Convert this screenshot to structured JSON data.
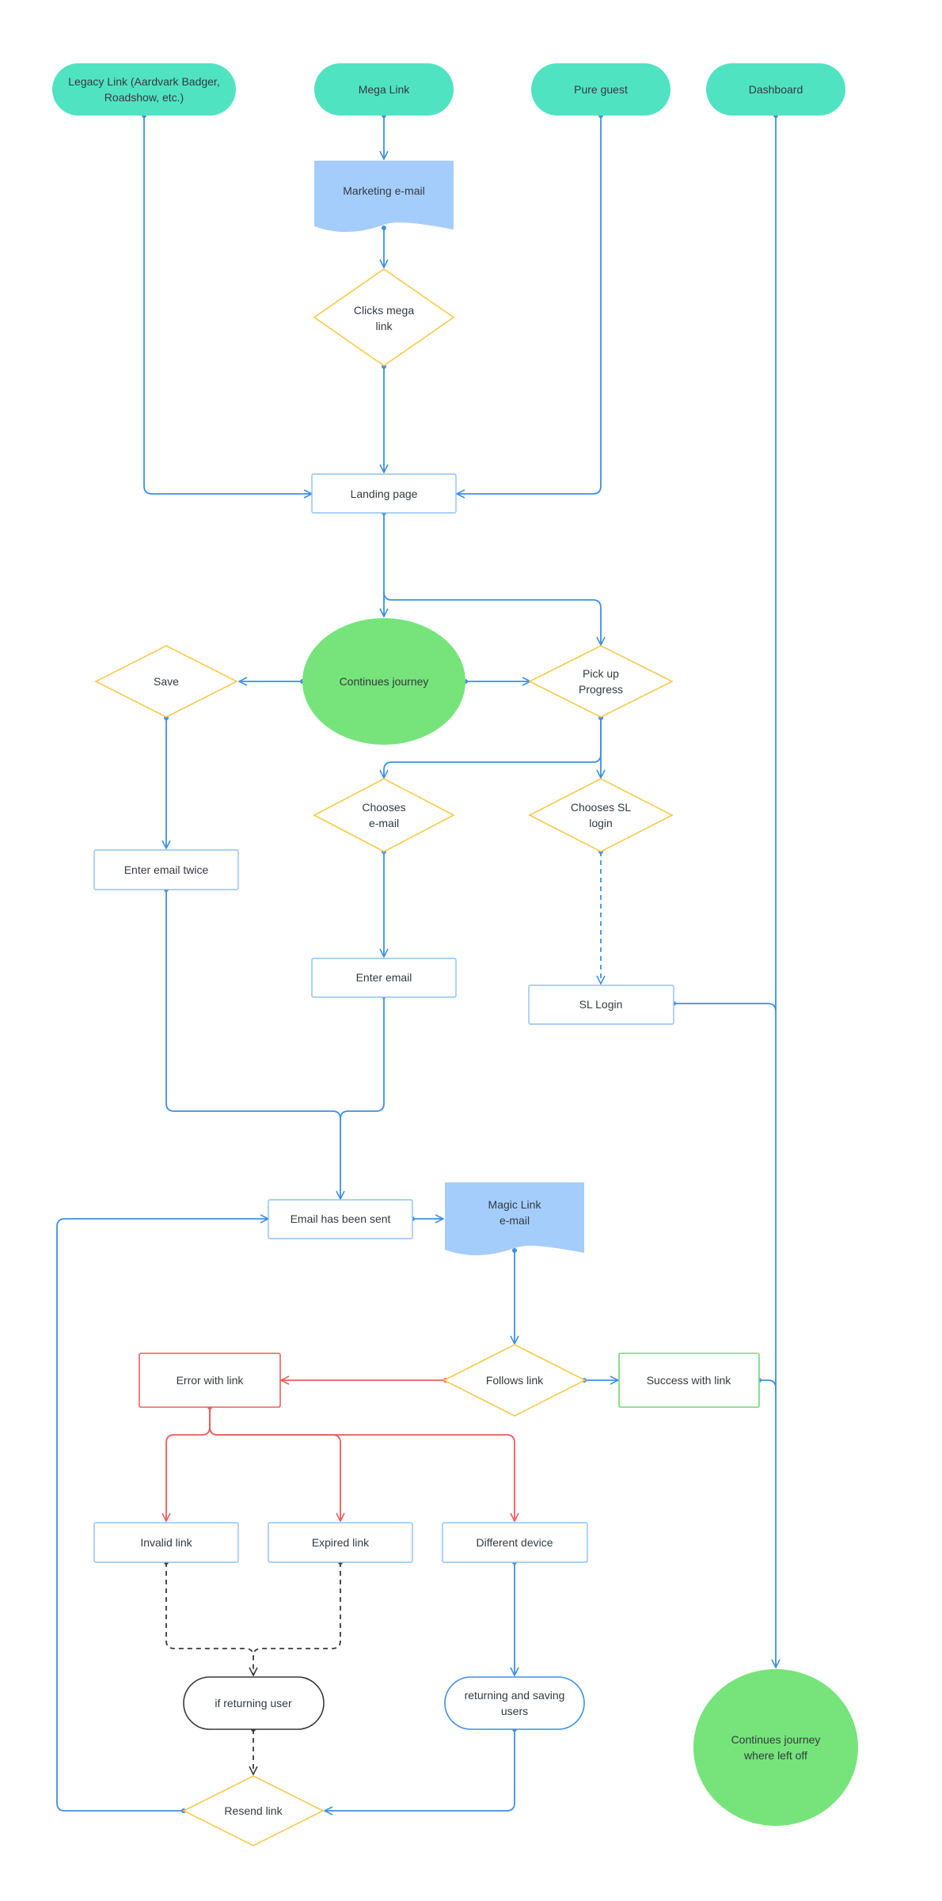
{
  "nodes": {
    "legacy_link": {
      "lines": [
        "Legacy Link (Aardvark Badger,",
        "Roadshow, etc.)"
      ]
    },
    "mega_link": {
      "lines": [
        "Mega Link"
      ]
    },
    "pure_guest": {
      "lines": [
        "Pure guest"
      ]
    },
    "dashboard": {
      "lines": [
        "Dashboard"
      ]
    },
    "marketing_email": {
      "lines": [
        "Marketing e-mail"
      ]
    },
    "clicks_mega_link": {
      "lines": [
        "Clicks mega",
        "link"
      ]
    },
    "landing_page": {
      "lines": [
        "Landing page"
      ]
    },
    "continues_journey": {
      "lines": [
        "Continues journey"
      ]
    },
    "save": {
      "lines": [
        "Save"
      ]
    },
    "pick_up_progress": {
      "lines": [
        "Pick up",
        "Progress"
      ]
    },
    "chooses_email": {
      "lines": [
        "Chooses",
        "e-mail"
      ]
    },
    "chooses_sl_login": {
      "lines": [
        "Chooses SL",
        "login"
      ]
    },
    "enter_email_twice": {
      "lines": [
        "Enter email twice"
      ]
    },
    "enter_email": {
      "lines": [
        "Enter email"
      ]
    },
    "sl_login": {
      "lines": [
        "SL Login"
      ]
    },
    "email_sent": {
      "lines": [
        "Email has been sent"
      ]
    },
    "magic_link_email": {
      "lines": [
        "Magic Link",
        "e-mail"
      ]
    },
    "follows_link": {
      "lines": [
        "Follows link"
      ]
    },
    "error_with_link": {
      "lines": [
        "Error with link"
      ]
    },
    "success_with_link": {
      "lines": [
        "Success with link"
      ]
    },
    "invalid_link": {
      "lines": [
        "Invalid link"
      ]
    },
    "expired_link": {
      "lines": [
        "Expired link"
      ]
    },
    "different_device": {
      "lines": [
        "Different device"
      ]
    },
    "if_returning_user": {
      "lines": [
        "if returning user"
      ]
    },
    "returning_saving": {
      "lines": [
        "returning and saving",
        "users"
      ]
    },
    "resend_link": {
      "lines": [
        "Resend link"
      ]
    },
    "continues_left_off": {
      "lines": [
        "Continues journey",
        "where left off"
      ]
    }
  },
  "colors": {
    "terminal_fill": "#50e3c2",
    "document_fill": "#a5cdfb",
    "circle_fill": "#76e47a",
    "decision_stroke": "#f7c948",
    "process_stroke": "#8fc2f2",
    "error_stroke": "#ef5b5b",
    "success_stroke": "#6ed870",
    "connector_blue": "#3f8fe4",
    "connector_red": "#ef5b5b",
    "connector_dark": "#3a3a3a"
  }
}
